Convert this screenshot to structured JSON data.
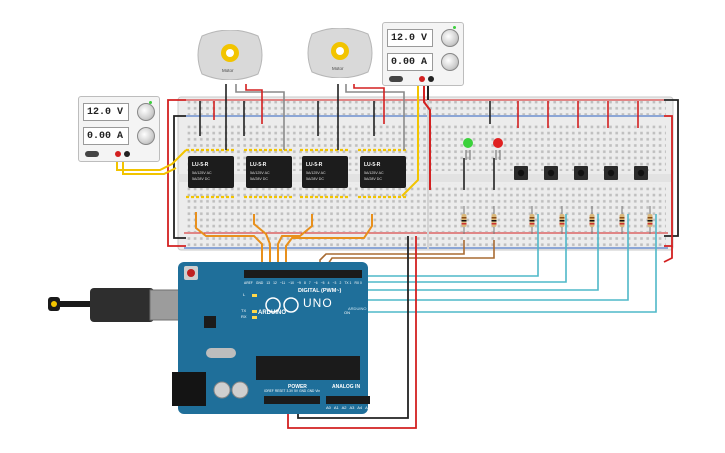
{
  "psu_left": {
    "voltage": "12.0 V",
    "current": "0.00 A"
  },
  "psu_right": {
    "voltage": "12.0 V",
    "current": "0.00 A"
  },
  "motors": [
    {
      "label": "Motor"
    },
    {
      "label": "Motor"
    }
  ],
  "relays": [
    {
      "name": "LU-5-R",
      "spec1": "5A/125V AC",
      "spec2": "5A/28V DC"
    },
    {
      "name": "LU-5-R",
      "spec1": "5A/125V AC",
      "spec2": "5A/28V DC"
    },
    {
      "name": "LU-5-R",
      "spec1": "5A/125V AC",
      "spec2": "5A/28V DC"
    },
    {
      "name": "LU-5-R",
      "spec1": "5A/125V AC",
      "spec2": "5A/28V DC"
    }
  ],
  "arduino": {
    "brand": "ARDUINO",
    "model": "UNO",
    "sub": "ARDUINO",
    "digital_label": "DIGITAL (PWM~)",
    "power_label": "POWER",
    "analog_label": "ANALOG IN",
    "led_l": "L",
    "led_tx": "TX",
    "led_rx": "RX",
    "on_label": "ON",
    "digital_pins": [
      "AREF",
      "GND",
      "13",
      "12",
      "~11",
      "~10",
      "~9",
      "8",
      "7",
      "~6",
      "~5",
      "4",
      "~3",
      "2",
      "TX 1",
      "RX 0"
    ],
    "power_pins": [
      "IOREF",
      "RESET",
      "3.3V",
      "5V",
      "GND",
      "GND",
      "Vin"
    ],
    "analog_pins": [
      "A0",
      "A1",
      "A2",
      "A3",
      "A4",
      "A5"
    ]
  },
  "colors": {
    "board_blue": "#1f6f9a",
    "wire_red": "#d32020",
    "wire_orange": "#e8901c",
    "wire_yellow": "#f2c400",
    "wire_teal": "#4fb8c8",
    "wire_gray": "#8a8a8a",
    "wire_brown": "#a86b32",
    "wire_black": "#222222",
    "led_green": "#3ad13a",
    "led_red": "#e02020"
  }
}
